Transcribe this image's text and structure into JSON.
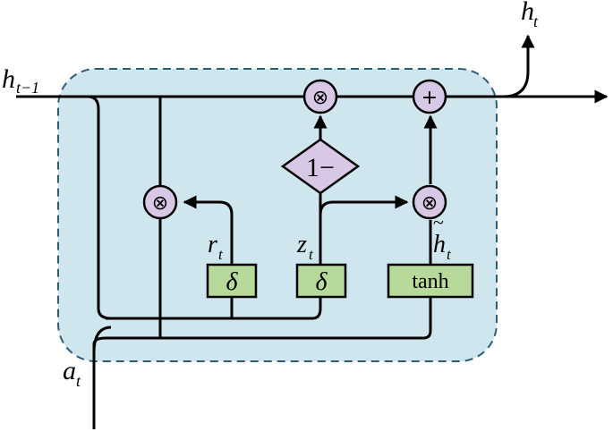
{
  "labels": {
    "h_prev_main": "h",
    "h_prev_sub": "t−1",
    "h_out_main": "h",
    "h_out_sub": "t",
    "a_main": "a",
    "a_sub": "t",
    "r_main": "r",
    "r_sub": "t",
    "z_main": "z",
    "z_sub": "t",
    "hcand_main": "h",
    "hcand_sub": "t",
    "hcand_tilde": "~"
  },
  "ops": {
    "multiply": "⊗",
    "add": "+",
    "one_minus": "1−"
  },
  "gates": {
    "reset": "δ",
    "update": "δ",
    "candidate": "tanh"
  },
  "colors": {
    "cell_fill": "#cfe6ee",
    "cell_border": "#2e5d73",
    "op_fill": "#d9c7e6",
    "gate_fill": "#b7d99a",
    "diamond_fill": "#d9c7e6"
  }
}
